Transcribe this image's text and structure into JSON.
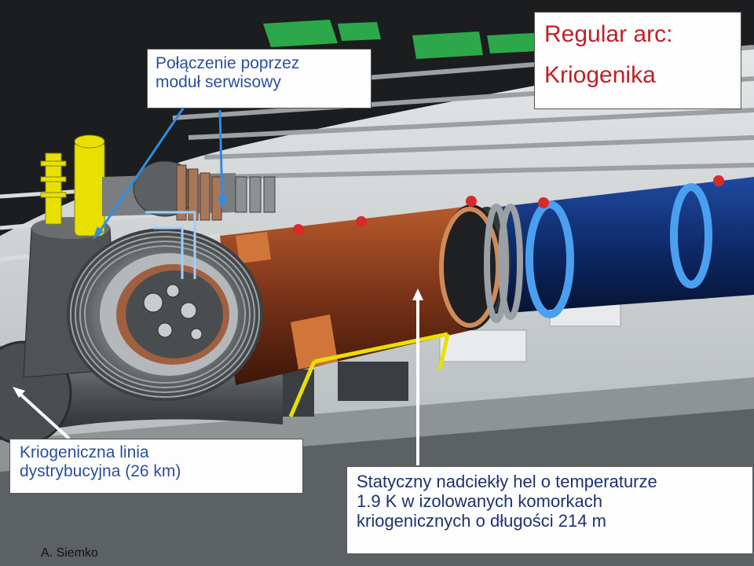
{
  "title_box": {
    "line1": "Regular arc:",
    "line2": "Kriogenika"
  },
  "service_module_label": {
    "line1": "Połączenie poprzez",
    "line2": "moduł serwisowy"
  },
  "distribution_line_label": {
    "line1": "Kriogeniczna linia",
    "line2": "dystrybucyjna (26 km)"
  },
  "helium_label": {
    "line1": "Statyczny nadciekły hel o temperaturze",
    "line2": "1.9 K w izolowanych komorkach",
    "line3": "kriogenicznych o długości 214 m"
  },
  "author": "A. Siemko",
  "colors": {
    "title_red": "#c0202a",
    "label_blue": "#2b4f9e",
    "label_dark": "#1e3270",
    "arrow_blue": "#2f8de4",
    "magnet_copper": "#8a3a1c",
    "magnet_navy": "#0e2a6a",
    "cryo_line_yellow": "#e8e000",
    "support_green": "#2ca84a"
  }
}
